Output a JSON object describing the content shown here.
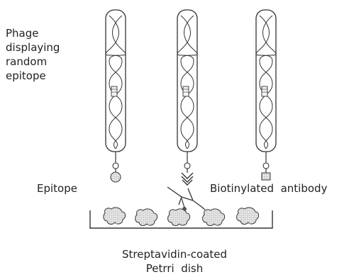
{
  "labels": {
    "phage_line1": "Phage",
    "phage_line2": "displaying",
    "phage_line3": "random",
    "phage_line4": "epitope",
    "epitope": "Epitope",
    "antibody": "Biotinylated  antibody",
    "dish_line1": "Streptavidin-coated",
    "dish_line2": "Petrri  dish"
  },
  "colors": {
    "stroke": "#333333",
    "fill": "#d8d8d8",
    "background": "#ffffff"
  }
}
